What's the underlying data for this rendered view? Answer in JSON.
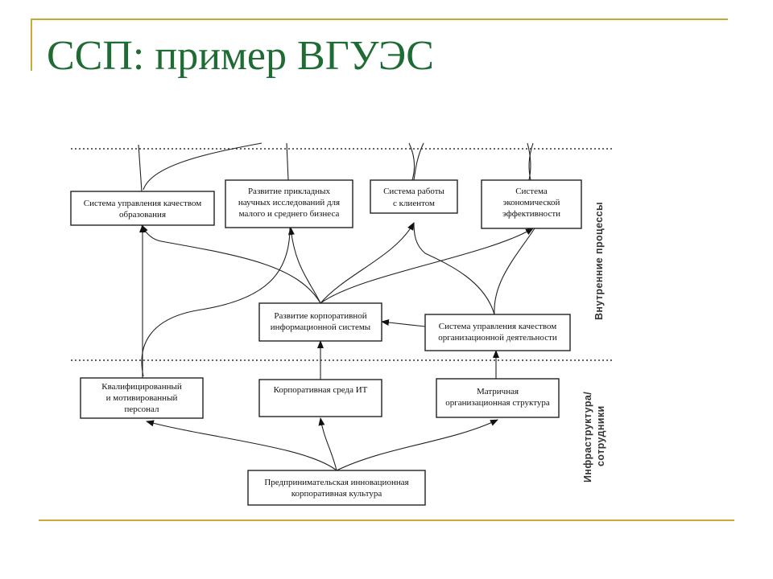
{
  "slide": {
    "title": "ССП: пример ВГУЭС"
  },
  "diagram": {
    "bands": {
      "internal": "Внутренние процессы",
      "infrastructure_line1": "Инфраструктура/",
      "infrastructure_line2": "сотрудники"
    },
    "boxes": {
      "education_quality": [
        "Система управления качеством",
        "образования"
      ],
      "applied_research": [
        "Развитие прикладных",
        "научных исследований для",
        "малого и среднего бизнеса"
      ],
      "client_work": [
        "Система работы",
        "с клиентом"
      ],
      "economic_efficiency": [
        "Система",
        "экономической",
        "эффективности"
      ],
      "corporate_is": [
        "Развитие корпоративной",
        "информационной системы"
      ],
      "org_quality": [
        "Система управления качеством",
        "организационной деятельности"
      ],
      "qualified_staff": [
        "Квалифицированный",
        "и мотивированный",
        "персонал"
      ],
      "it_environment": [
        "Корпоративная среда ИТ"
      ],
      "matrix_structure": [
        "Матричная",
        "организационная структура"
      ],
      "innovation_culture": [
        "Предпринимательская инновационная",
        "корпоративная культура"
      ]
    }
  },
  "colors": {
    "title": "#1f6b34",
    "rule": "#c8aa3c",
    "ink": "#222222"
  }
}
